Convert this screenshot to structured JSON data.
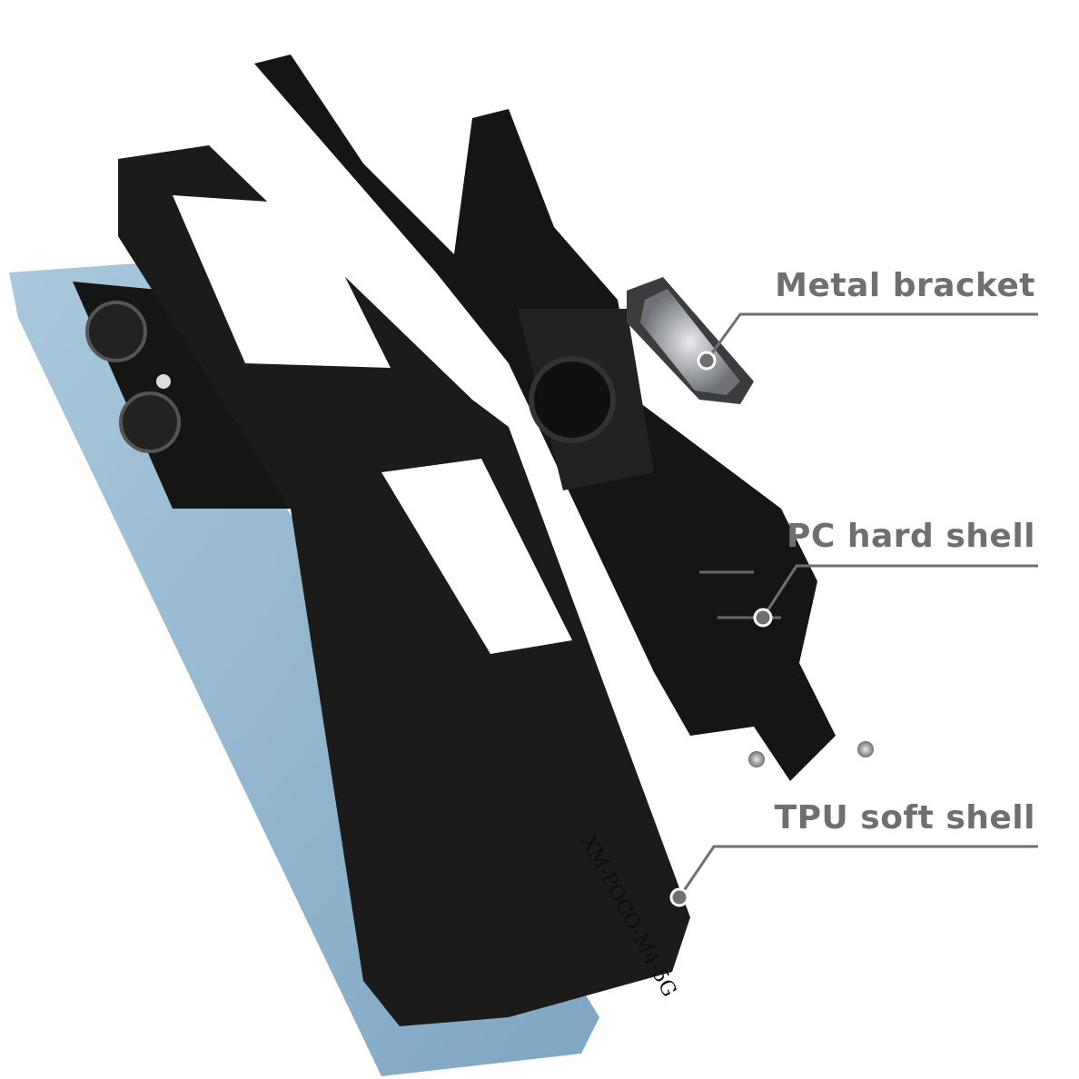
{
  "callouts": [
    {
      "label": "Metal bracket"
    },
    {
      "label": "PC hard shell"
    },
    {
      "label": "TPU soft shell"
    }
  ],
  "case_engraving": "XM-POCO-M4-5G",
  "colors": {
    "phone": "#8fb3cc",
    "case": "#1b1b1b",
    "callout": "#6f6f6f",
    "ring": "#b8bcc0"
  }
}
